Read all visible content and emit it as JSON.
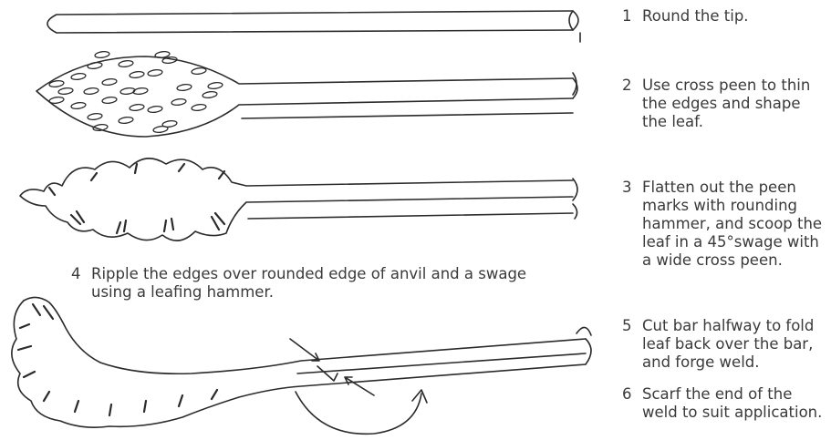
{
  "steps": [
    {
      "num": "1",
      "text": "Round the tip."
    },
    {
      "num": "2",
      "text": "Use cross peen to thin\nthe edges and shape\nthe leaf."
    },
    {
      "num": "3",
      "text": "Flatten out the peen\nmarks with rounding\nhammer, and scoop the\nleaf in a 45°swage with\na wide cross peen."
    },
    {
      "num": "4",
      "text": "Ripple the edges over rounded edge of anvil and a swage\nusing a leafing hammer."
    },
    {
      "num": "5",
      "text": "Cut bar halfway to fold\nleaf back over the bar,\nand forge weld."
    },
    {
      "num": "6",
      "text": "Scarf the end of the\nweld to suit application."
    }
  ],
  "colors": {
    "ink": "#333333",
    "paper": "#ffffff"
  }
}
